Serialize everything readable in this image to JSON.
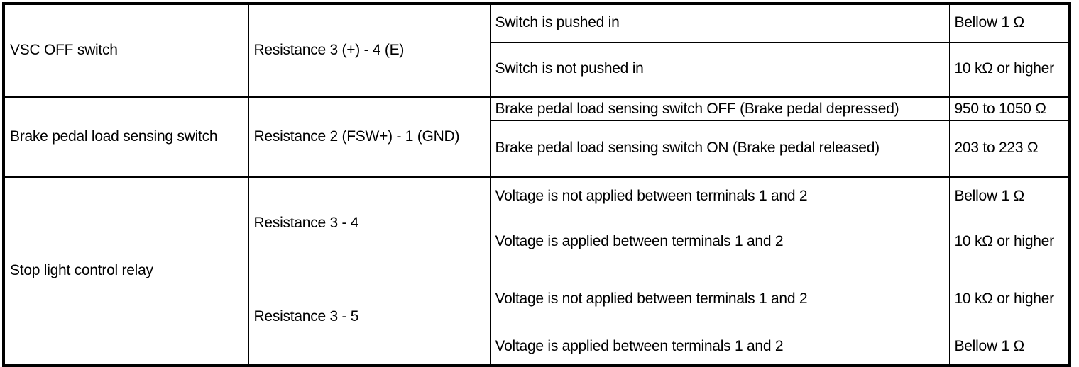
{
  "table": {
    "columns": [
      "part",
      "measurement",
      "condition",
      "specified_value"
    ],
    "groups": [
      {
        "part": "VSC OFF switch",
        "measurements": [
          {
            "label": "Resistance 3 (+) - 4 (E)",
            "rows": [
              {
                "condition": "Switch is pushed in",
                "value": "Bellow 1 Ω"
              },
              {
                "condition": "Switch is not pushed in",
                "value": "10 kΩ or higher"
              }
            ]
          }
        ]
      },
      {
        "part": "Brake pedal load sensing switch",
        "measurements": [
          {
            "label": "Resistance 2 (FSW+) - 1 (GND)",
            "rows": [
              {
                "condition": "Brake pedal load sensing switch OFF (Brake pedal depressed)",
                "value": "950 to 1050 Ω"
              },
              {
                "condition": "Brake pedal load sensing switch ON (Brake pedal released)",
                "value": "203 to 223 Ω"
              }
            ]
          }
        ]
      },
      {
        "part": "Stop light control relay",
        "measurements": [
          {
            "label": "Resistance 3 - 4",
            "rows": [
              {
                "condition": "Voltage is not applied between terminals 1 and 2",
                "value": "Bellow 1 Ω"
              },
              {
                "condition": "Voltage is applied between terminals 1 and 2",
                "value": "10 kΩ or higher"
              }
            ]
          },
          {
            "label": "Resistance 3 - 5",
            "rows": [
              {
                "condition": "Voltage is not applied between terminals 1 and 2",
                "value": "10 kΩ or higher"
              },
              {
                "condition": "Voltage is applied between terminals 1 and 2",
                "value": "Bellow 1 Ω"
              }
            ]
          }
        ]
      }
    ],
    "cells": {
      "g0_part": "VSC OFF switch",
      "g0_m0_label": "Resistance 3 (+) - 4 (E)",
      "g0_m0_r0_cond": "Switch is pushed in",
      "g0_m0_r0_val": "Bellow 1 Ω",
      "g0_m0_r1_cond": "Switch is not pushed in",
      "g0_m0_r1_val": "10 kΩ or higher",
      "g1_part": "Brake pedal load sensing switch",
      "g1_m0_label": "Resistance 2 (FSW+) - 1 (GND)",
      "g1_m0_r0_cond": "Brake pedal load sensing switch OFF (Brake pedal depressed)",
      "g1_m0_r0_val": "950 to 1050 Ω",
      "g1_m0_r1_cond": "Brake pedal load sensing switch ON (Brake pedal released)",
      "g1_m0_r1_val": "203 to 223 Ω",
      "g2_part": "Stop light control relay",
      "g2_m0_label": "Resistance 3 - 4",
      "g2_m0_r0_cond": "Voltage is not applied between terminals 1 and 2",
      "g2_m0_r0_val": "Bellow 1 Ω",
      "g2_m0_r1_cond": "Voltage is applied between terminals 1 and 2",
      "g2_m0_r1_val": "10 kΩ or higher",
      "g2_m1_label": "Resistance 3 - 5",
      "g2_m1_r0_cond": "Voltage is not applied between terminals 1 and 2",
      "g2_m1_r0_val": "10 kΩ or higher",
      "g2_m1_r1_cond": "Voltage is applied between terminals 1 and 2",
      "g2_m1_r1_val": "Bellow 1 Ω"
    }
  },
  "colors": {
    "border": "#000000",
    "text": "#000000",
    "background": "#ffffff"
  }
}
